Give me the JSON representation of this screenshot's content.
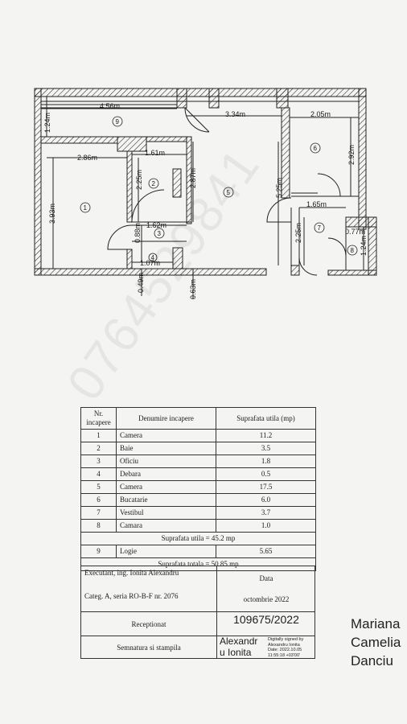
{
  "watermark": "0764529841",
  "plan": {
    "dimensions": {
      "d_456": "4.56m",
      "d_124": "1.24m",
      "d_334": "3.34m",
      "d_205": "2.05m",
      "d_286": "2.86m",
      "d_161": "1.61m",
      "d_292": "2.92m",
      "d_225a": "2.25m",
      "d_287": "2.87m",
      "d_525": "5.25m",
      "d_393": "3.93m",
      "d_165": "1.65m",
      "d_162": "1.62m",
      "d_225b": "2.25m",
      "d_077": "0.77m",
      "d_088": "0.88m",
      "d_124b": "1.24m",
      "d_107": "1.07m",
      "d_049": "0.49m",
      "d_063": "0.63m"
    },
    "room_numbers": [
      "1",
      "2",
      "3",
      "4",
      "5",
      "6",
      "7",
      "8",
      "9"
    ]
  },
  "table": {
    "header": {
      "nr": "Nr. incapere",
      "name": "Denumire incapere",
      "area": "Suprafata utila (mp)"
    },
    "rows": [
      {
        "nr": "1",
        "name": "Camera",
        "area": "11.2"
      },
      {
        "nr": "2",
        "name": "Baie",
        "area": "3.5"
      },
      {
        "nr": "3",
        "name": "Oficiu",
        "area": "1.8"
      },
      {
        "nr": "4",
        "name": "Debara",
        "area": "0.5"
      },
      {
        "nr": "5",
        "name": "Camera",
        "area": "17.5"
      },
      {
        "nr": "6",
        "name": "Bucatarie",
        "area": "6.0"
      },
      {
        "nr": "7",
        "name": "Vestibul",
        "area": "3.7"
      },
      {
        "nr": "8",
        "name": "Camara",
        "area": "1.0"
      }
    ],
    "useful_total": "Suprafata utila = 45.2 mp",
    "loggia": {
      "nr": "9",
      "name": "Logie",
      "area": "5.65"
    },
    "grand_total": "Suprafata totala = 50.85 mp"
  },
  "meta": {
    "executant": "Executant, ing. Ionita Alexandru",
    "categ": "Categ. A, seria RO-B-F nr. 2076",
    "data_label": "Data",
    "date": "octombrie 2022",
    "receptionat": "Receptionat",
    "registration": "109675/2022",
    "semnatura": "Semnatura si stampila",
    "signer_line1": "Alexandr",
    "signer_line2": "u Ionita",
    "signed_line1": "Digitally signed by",
    "signed_line2": "Alexandru Ionita",
    "signed_line3": "Date: 2022.10.05",
    "signed_line4": "11:55:18 +03'00'"
  },
  "handwriting": {
    "line1": "Mariana",
    "line2": "Camelia",
    "line3": "Danciu"
  }
}
